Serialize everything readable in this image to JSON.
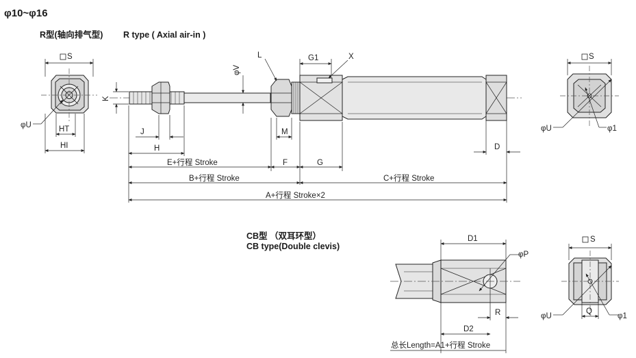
{
  "range_title": "φ10~φ16",
  "r_type": {
    "title_cn": "R型(轴向排气型)",
    "title_en": "R type ( Axial air-in )"
  },
  "cb_type": {
    "title_cn": "CB型 （双耳环型）",
    "title_en": "CB type(Double clevis)"
  },
  "labels": {
    "S": "S",
    "U": "φU",
    "HT": "HT",
    "HI": "HI",
    "K": "K",
    "J": "J",
    "H": "H",
    "V": "φV",
    "L": "L",
    "G1": "G1",
    "X": "X",
    "M": "M",
    "D": "D",
    "E": "E+行程 Stroke",
    "F": "F",
    "G": "G",
    "B": "B+行程 Stroke",
    "C": "C+行程 Stroke",
    "A": "A+行程 Stroke×2",
    "one": "φ1",
    "D1": "D1",
    "P": "φP",
    "R": "R",
    "D2": "D2",
    "total": "总长Length=A1+行程 Stroke",
    "Q": "Q"
  },
  "colors": {
    "line": "#222222",
    "fill": "#e4e4e4",
    "fill_dark": "#cfcfcf",
    "center": "#555555"
  }
}
